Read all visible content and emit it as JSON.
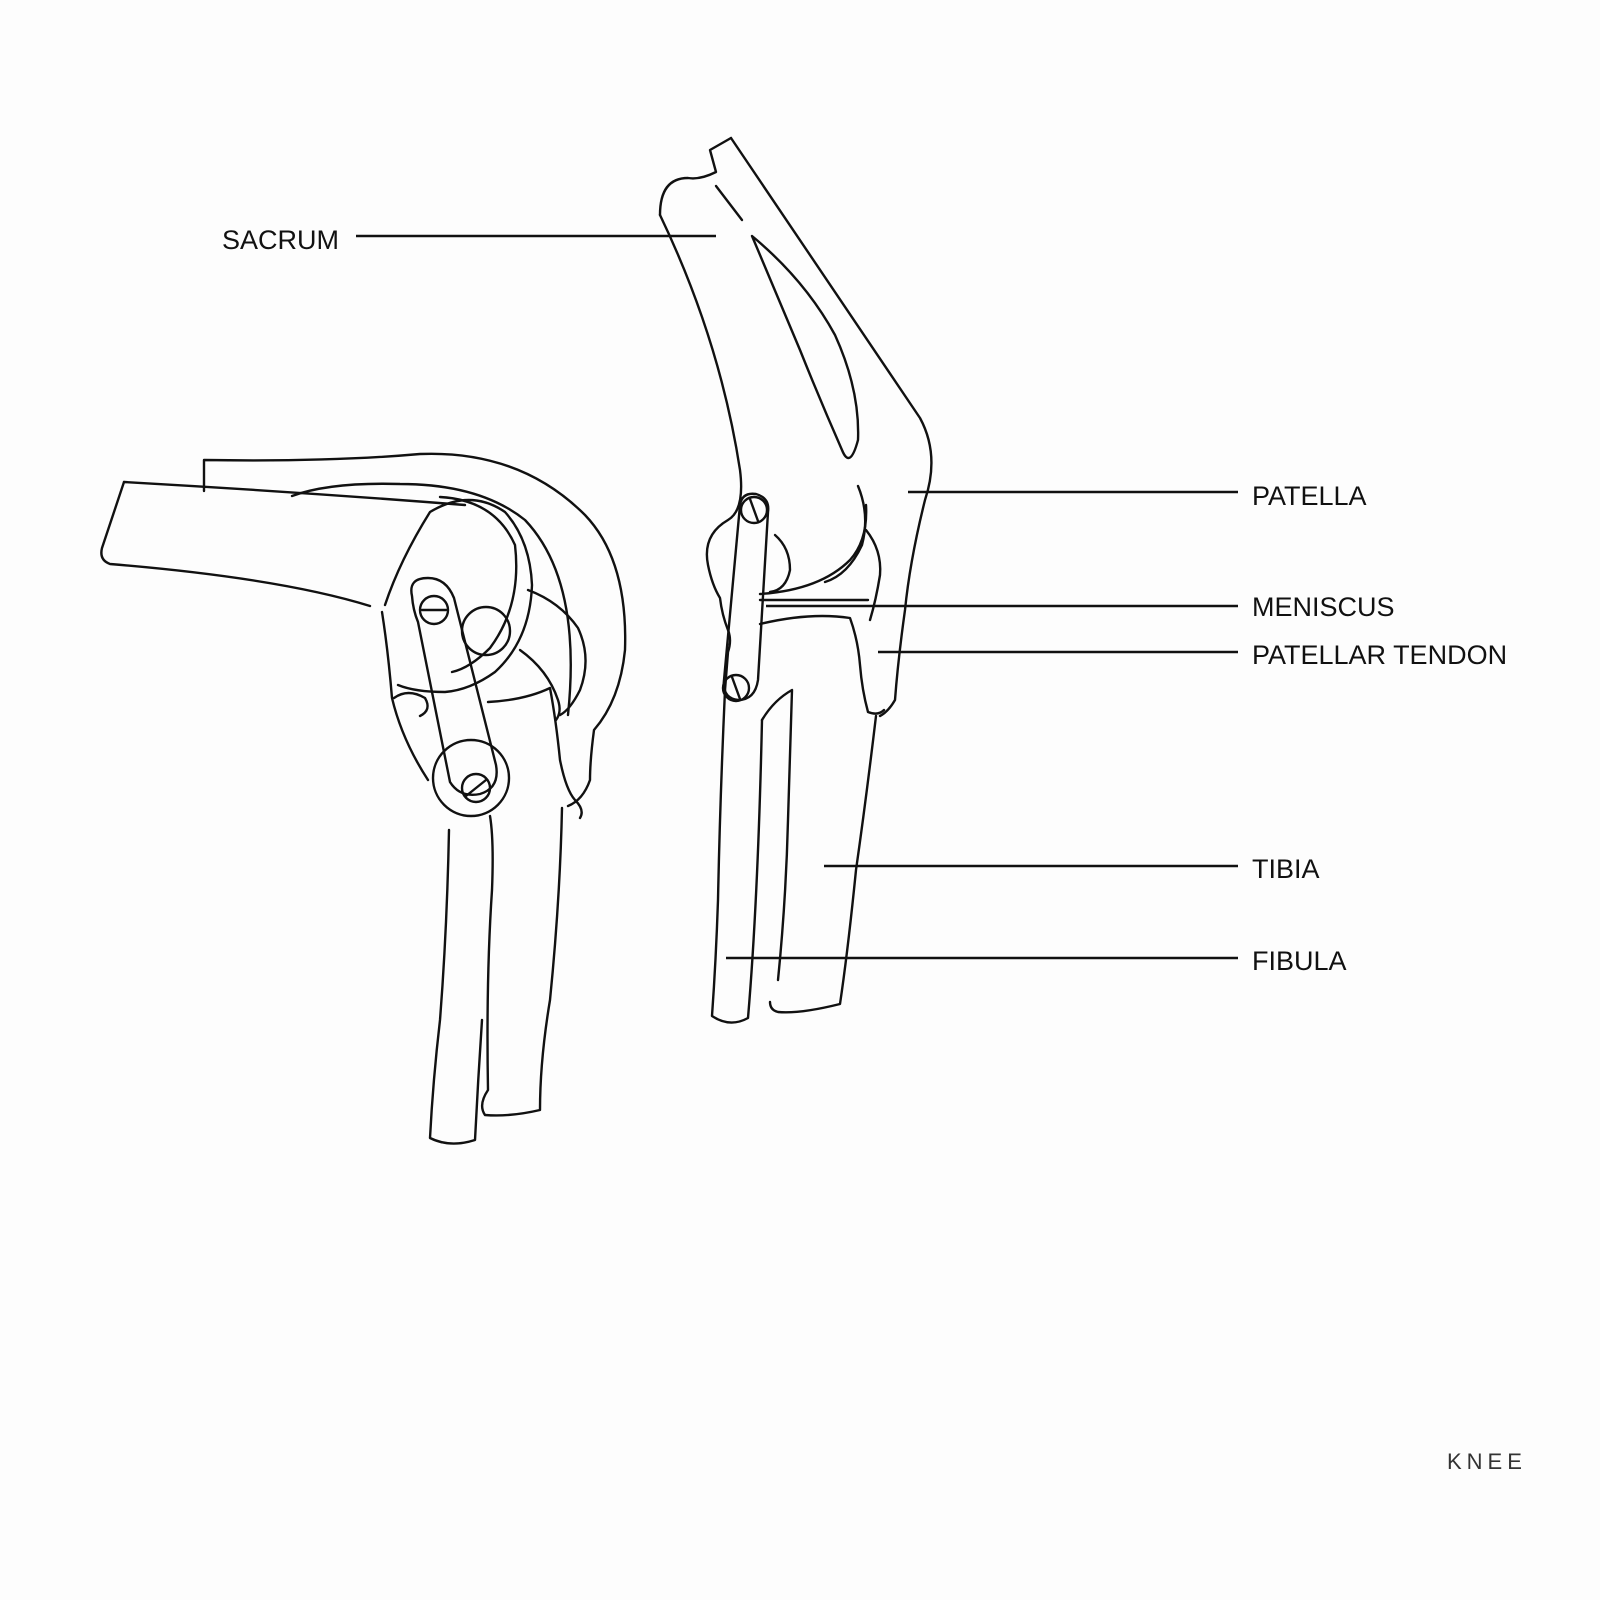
{
  "diagram": {
    "labels": {
      "sacrum": "SACRUM",
      "patella": "PATELLA",
      "meniscus": "MENISCUS",
      "patellar_tendon": "PATELLAR TENDON",
      "tibia": "TIBIA",
      "fibula": "FIBULA"
    },
    "caption": "KNEE"
  },
  "colors": {
    "background": "#fdfdfd",
    "line": "#111111"
  }
}
